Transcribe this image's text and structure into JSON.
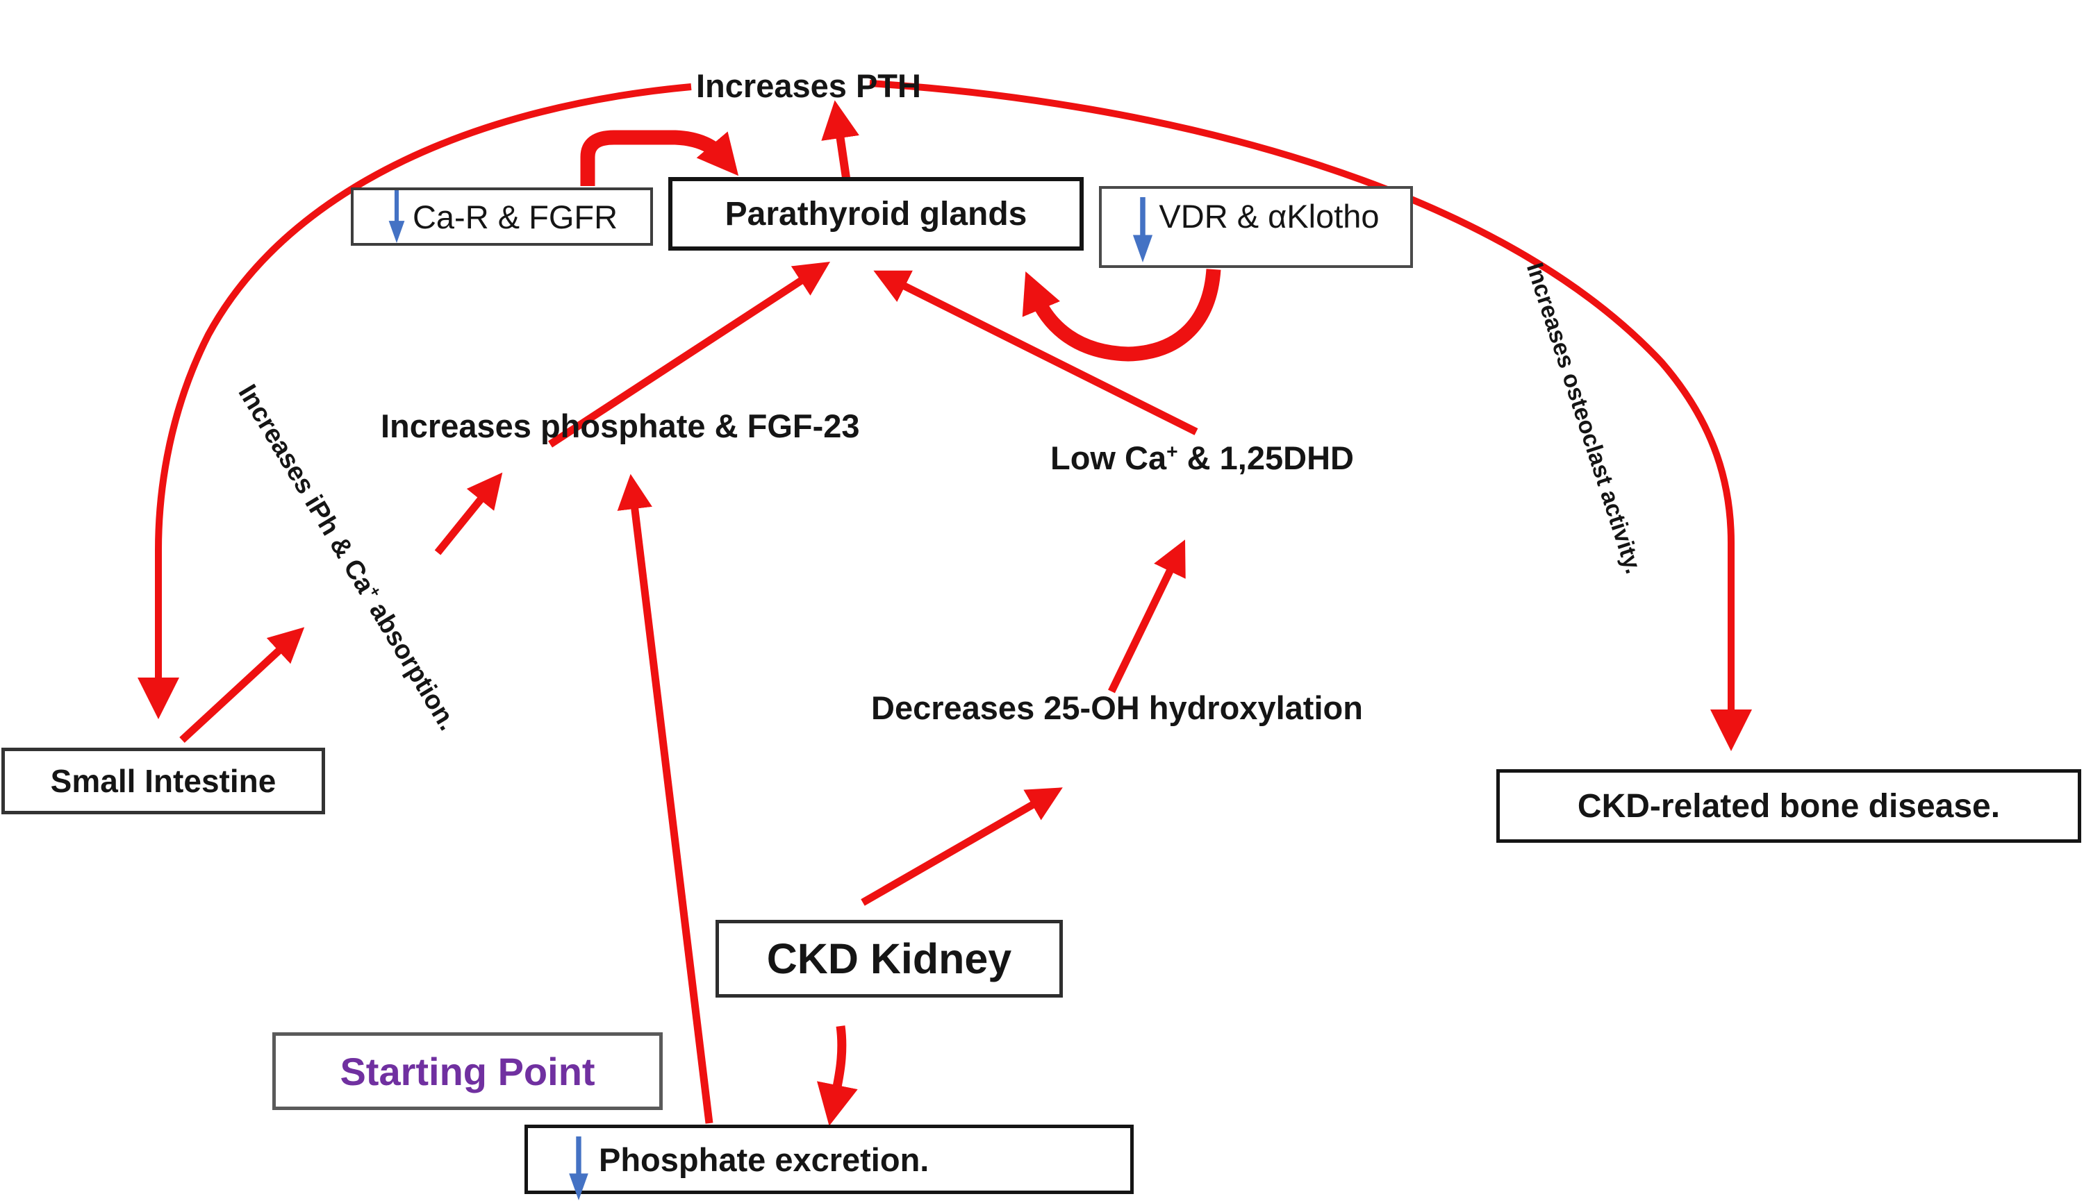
{
  "title": "CKD mineral-bone disorder pathway diagram",
  "boxes": {
    "ca_r_fgfr": {
      "label": "Ca-R & FGFR"
    },
    "parathyroid": {
      "label": "Parathyroid glands"
    },
    "vdr_klotho": {
      "label": "VDR & αKlotho"
    },
    "small_intestine": {
      "label": "Small Intestine"
    },
    "ckd_bone": {
      "label": "CKD-related bone disease."
    },
    "ckd_kidney": {
      "label": "CKD Kidney"
    },
    "starting_point": {
      "label": "Starting Point"
    },
    "phosphate_excretion": {
      "label": "Phosphate excretion."
    }
  },
  "labels": {
    "increases_pth": {
      "text": "Increases PTH"
    },
    "increases_phosphate": {
      "text": "Increases phosphate & FGF-23"
    },
    "low_ca": {
      "pre": "Low Ca",
      "sup": "+",
      "post": " & 1,25DHD"
    },
    "decreases_25oh": {
      "text": "Decreases 25-OH hydroxylation"
    },
    "iph_absorption": {
      "pre": "Increases iPh & Ca",
      "sup": "+",
      "post": " absorption."
    },
    "osteoclast_activity": {
      "text": "Increases osteoclast activity."
    }
  },
  "icons": {
    "decrease_arrow": "blue-down-block-arrow",
    "red_arrows": [
      "pth-to-small-intestine-left-arc",
      "pth-to-bone-disease-right-arc",
      "parathyroid-to-increases-pth",
      "ca-r-fgfr-loop-to-parathyroid",
      "vdr-klotho-loop-to-parathyroid",
      "increases-phosphate-to-parathyroid",
      "low-ca-to-parathyroid",
      "small-intestine-to-absorption",
      "absorption-to-increases-phosphate",
      "phosphate-excretion-to-increases-phosphate",
      "ckd-kidney-to-decreases-25oh",
      "decreases-25oh-to-low-ca",
      "ckd-kidney-to-phosphate-excretion"
    ]
  },
  "colors": {
    "arrow_red": "#ee1111",
    "decrease_blue": "#4472c4",
    "starting_point_purple": "#7030a0",
    "ink": "#151515",
    "background": "#ffffff"
  }
}
